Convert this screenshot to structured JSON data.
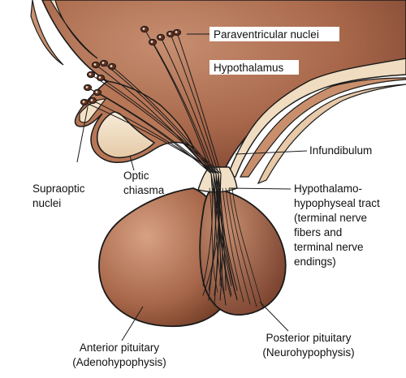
{
  "colors": {
    "tissue": "#a8674a",
    "tissue_dark": "#6e3a26",
    "tissue_light": "#d9a585",
    "cream": "#f6e8cf",
    "outline": "#1a1a1a"
  },
  "labels": {
    "paraventricular": "Paraventricular nuclei",
    "hypothalamus": "Hypothalamus",
    "infundibulum": "Infundibulum",
    "tract": [
      "Hypothalamo-",
      "hypophyseal tract",
      "(terminal nerve",
      "fibers and",
      "terminal nerve",
      "endings)"
    ],
    "supraoptic": [
      "Supraoptic",
      "nuclei"
    ],
    "optic_chiasma": [
      "Optic",
      "chiasma"
    ],
    "posterior": [
      "Posterior pituitary",
      "(Neurohypophysis)"
    ],
    "anterior": [
      "Anterior pituitary",
      "(Adenohypophysis)"
    ]
  }
}
